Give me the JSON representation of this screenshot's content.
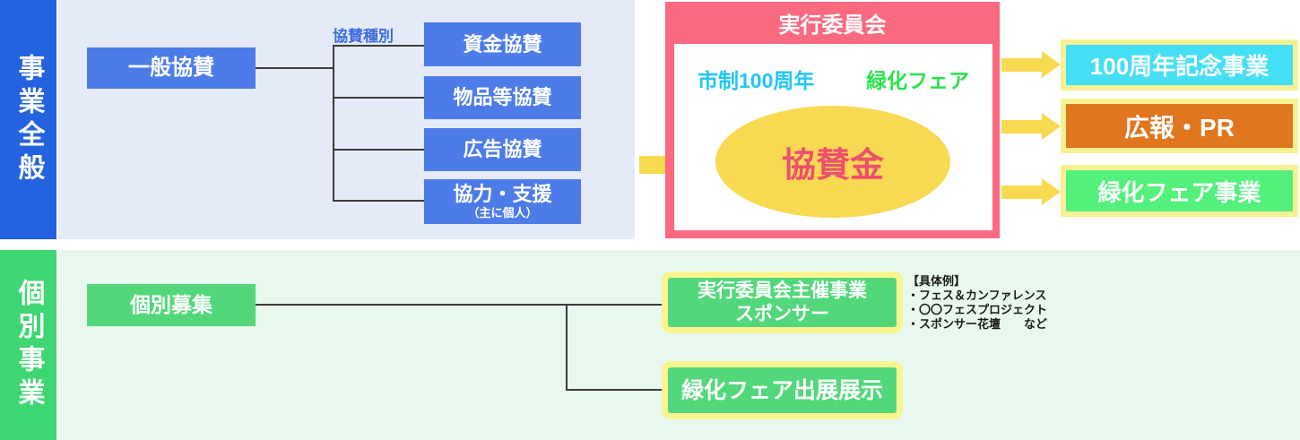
{
  "top": {
    "side_label": "事業全般",
    "general_box": "一般協賛",
    "branch_label": "協賛種別",
    "branch_boxes": [
      {
        "label": "資金協賛",
        "sub": ""
      },
      {
        "label": "物品等協賛",
        "sub": ""
      },
      {
        "label": "広告協賛",
        "sub": ""
      },
      {
        "label": "協力・支援",
        "sub": "（主に個人）"
      }
    ],
    "committee": {
      "title": "実行委員会",
      "tag_left": "市制100周年",
      "tag_right": "緑化フェア",
      "ellipse_label": "協賛金"
    },
    "output_boxes": [
      {
        "label": "100周年記念事業"
      },
      {
        "label": "広報・PR"
      },
      {
        "label": "緑化フェア事業"
      }
    ]
  },
  "bottom": {
    "side_label": "個別事業",
    "recruit_box": "個別募集",
    "detail_boxes": [
      {
        "line1": "実行委員会主催事業",
        "line2": "スポンサー"
      },
      {
        "line1": "緑化フェア出展展示",
        "line2": ""
      }
    ],
    "examples": {
      "title": "【具体例】",
      "items": [
        "・フェス＆カンファレンス",
        "・〇〇フェスプロジェクト",
        "・スポンサー花壇　　など"
      ]
    }
  },
  "colors": {
    "blue_bar": "#2463e0",
    "lavender_panel": "#e4eaf8",
    "blue_box": "#4d7ce9",
    "pink_box": "#f9697f",
    "cyan_text": "#1fc7f4",
    "green_text": "#2ce24e",
    "ellipse_fill": "#f8da52",
    "ellipse_text": "#ef4f6e",
    "arrow_yellow": "#f8da50",
    "pale_yellow_border": "#f8f193",
    "cyan_box": "#45dff5",
    "orange_box": "#e0761e",
    "green_box_right": "#53f07c",
    "green_bar": "#3ed672",
    "light_green_panel": "#e9f8ee",
    "green_box_bottom": "#52d87a",
    "line": "#3c3c3c"
  }
}
